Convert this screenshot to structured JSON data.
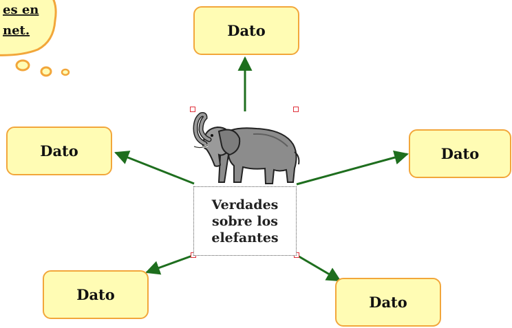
{
  "callout": {
    "line1": "es en",
    "line2": "net."
  },
  "center": {
    "lines": [
      "Verdades",
      "sobre los",
      "elefantes"
    ]
  },
  "nodes": {
    "top": "Dato",
    "left": "Dato",
    "right": "Dato",
    "bottom_left": "Dato",
    "bottom_right": "Dato"
  },
  "colors": {
    "node_fill": "#fffcb4",
    "node_border": "#f2a63a",
    "arrow": "#1e6e1e",
    "handle": "#e0303a",
    "callout_fill": "#fffcb4",
    "callout_border": "#f2a63a"
  },
  "icons": {
    "center_image": "elephant-icon"
  }
}
